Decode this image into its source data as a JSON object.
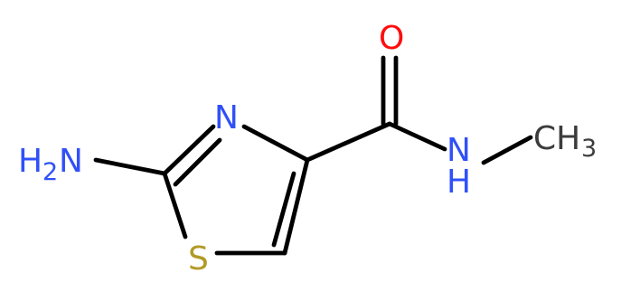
{
  "molecule": {
    "atoms": {
      "amine": {
        "label": "H",
        "sub": "2",
        "tail": "N",
        "color": "#3050F8"
      },
      "ring_n": {
        "label": "N",
        "color": "#3050F8"
      },
      "sulfur": {
        "label": "S",
        "color": "#B29A26"
      },
      "oxygen": {
        "label": "O",
        "color": "#FF0D0D"
      },
      "amide_n": {
        "label": "N",
        "color": "#3050F8"
      },
      "amide_h": {
        "label": "H",
        "color": "#3050F8"
      },
      "methyl": {
        "label": "CH",
        "sub": "3",
        "color": "#3C3C3C"
      }
    },
    "bond_color": "#000000"
  }
}
